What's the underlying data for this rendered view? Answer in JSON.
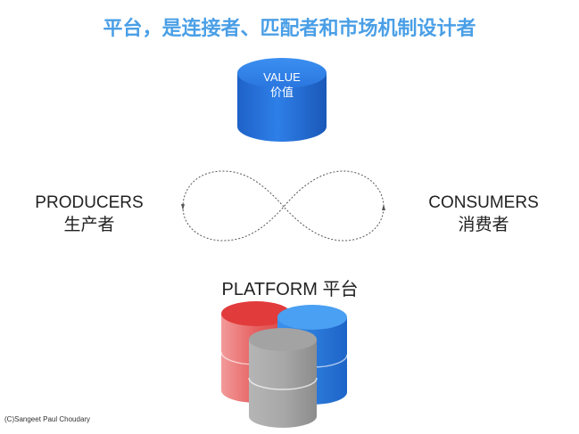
{
  "title": "平台，是连接者、匹配者和市场机制设计者",
  "value_node": {
    "line1": "VALUE",
    "line2": "价值"
  },
  "producers": {
    "line1": "PRODUCERS",
    "line2": "生产者"
  },
  "consumers": {
    "line1": "CONSUMERS",
    "line2": "消费者"
  },
  "platform": {
    "label": "PLATFORM 平台"
  },
  "credit": "(C)Sangeet Paul Choudary",
  "colors": {
    "title": "#4a9fe6",
    "value_cylinder": "#2b7be4",
    "platform_red": "#e84a4a",
    "platform_blue": "#2f86e8",
    "platform_gray": "#9a9a9a"
  }
}
